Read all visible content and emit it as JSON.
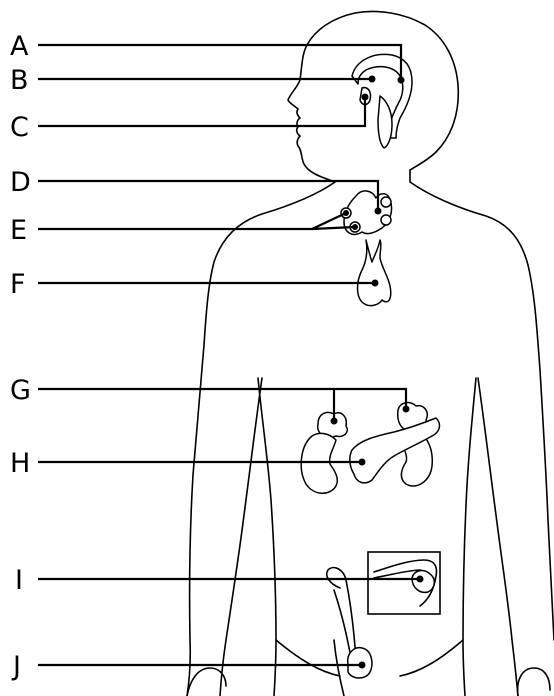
{
  "labels": {
    "a": "A",
    "b": "B",
    "c": "C",
    "d": "D",
    "e": "E",
    "f": "F",
    "g": "G",
    "h": "H",
    "i": "I",
    "j": "J"
  },
  "colors": {
    "ink": "#000000",
    "background": "#ffffff"
  }
}
